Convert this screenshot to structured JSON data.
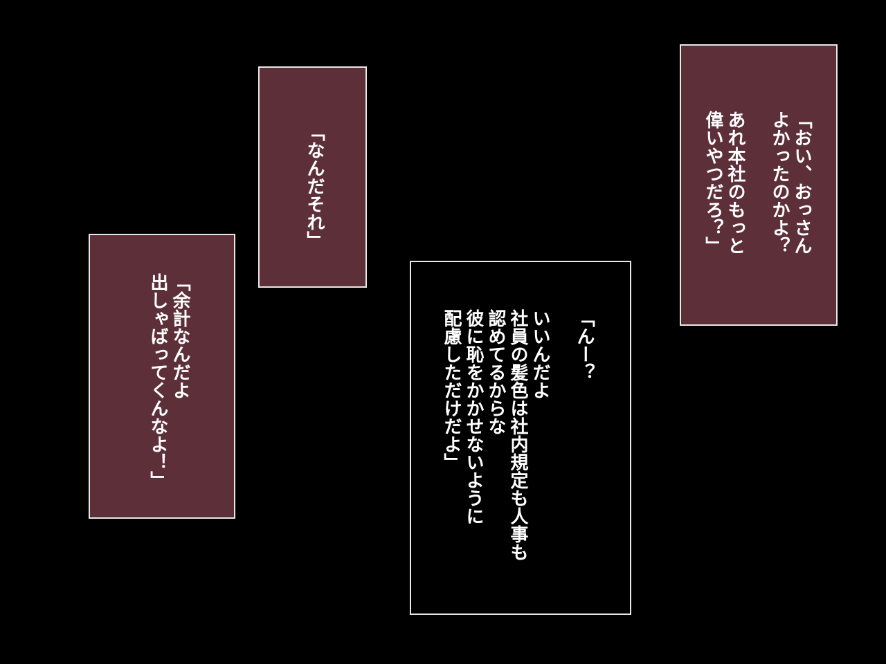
{
  "panels": {
    "top_middle": {
      "background": "#5d2f39",
      "lines": [
        "「なんだそれ」"
      ]
    },
    "left": {
      "background": "#5d2f39",
      "lines": [
        "「余計なんだよ",
        "出しゃばってくんなよ！」"
      ]
    },
    "center": {
      "background": "#000000",
      "lines": [
        "「んー？",
        "",
        "いいんだよ",
        "社員の髪色は社内規定も人事も",
        "認めてるからな",
        "彼に恥をかかせないように",
        "配慮しただけだよ」"
      ]
    },
    "top_right": {
      "background": "#5d2f39",
      "lines": [
        "「おい、おっさん",
        "よかったのかよ？",
        "",
        "あれ本社のもっと",
        "偉いやつだろ？」"
      ]
    }
  }
}
